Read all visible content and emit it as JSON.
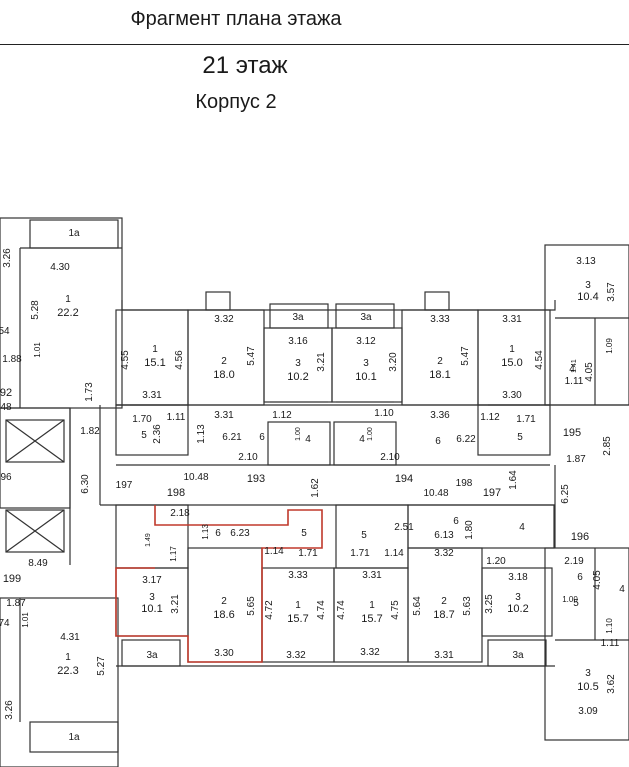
{
  "header": {
    "title": "Фрагмент плана этажа"
  },
  "floor": {
    "title": "21 этаж"
  },
  "building": {
    "title": "Корпус 2"
  },
  "colors": {
    "walls": "#333333",
    "highlight": "#c0392b",
    "section_numbers": "#8b1a3a",
    "text": "#1a1a1a"
  },
  "rooms": [
    {
      "id": "tl-1",
      "kind": "1",
      "area": "22.2",
      "dims": [
        "4.30",
        "5.28"
      ]
    },
    {
      "id": "tl-1a",
      "kind": "1a"
    },
    {
      "id": "u-1",
      "kind": "1",
      "area": "15.1",
      "dims": [
        "4.55",
        "4.56",
        "3.31"
      ]
    },
    {
      "id": "u-2",
      "kind": "2",
      "area": "18.0",
      "dims": [
        "3.32",
        "5.47",
        "3.31"
      ]
    },
    {
      "id": "u-3l",
      "kind": "3",
      "area": "10.2",
      "dims": [
        "3.16",
        "3.21"
      ]
    },
    {
      "id": "u-3al",
      "kind": "3a"
    },
    {
      "id": "u-3ar",
      "kind": "3a"
    },
    {
      "id": "u-3r",
      "kind": "3",
      "area": "10.1",
      "dims": [
        "3.12",
        "3.20"
      ]
    },
    {
      "id": "u-2r",
      "kind": "2",
      "area": "18.1",
      "dims": [
        "3.33",
        "5.47",
        "3.36"
      ]
    },
    {
      "id": "u-1r",
      "kind": "1",
      "area": "15.0",
      "dims": [
        "3.31",
        "4.54",
        "3.30"
      ]
    },
    {
      "id": "tr-3",
      "kind": "3",
      "area": "10.4",
      "dims": [
        "3.13",
        "3.57"
      ]
    },
    {
      "id": "l-3",
      "kind": "3",
      "area": "10.1",
      "dims": [
        "3.17",
        "3.21"
      ]
    },
    {
      "id": "l-2",
      "kind": "2",
      "area": "18.6",
      "dims": [
        "5.65",
        "3.30"
      ]
    },
    {
      "id": "l-1",
      "kind": "1",
      "area": "15.7",
      "dims": [
        "3.33",
        "4.72",
        "4.74",
        "3.32"
      ]
    },
    {
      "id": "l-1r",
      "kind": "1",
      "area": "15.7",
      "dims": [
        "3.31",
        "4.74",
        "4.75",
        "3.32"
      ]
    },
    {
      "id": "l-2r",
      "kind": "2",
      "area": "18.7",
      "dims": [
        "3.32",
        "5.64",
        "5.63",
        "3.31"
      ]
    },
    {
      "id": "l-3r",
      "kind": "3",
      "area": "10.2",
      "dims": [
        "3.18",
        "3.25"
      ]
    },
    {
      "id": "bl-1",
      "kind": "1",
      "area": "22.3",
      "dims": [
        "4.31",
        "5.27",
        "3.26"
      ]
    },
    {
      "id": "br-3",
      "kind": "3",
      "area": "10.5",
      "dims": [
        "3.62",
        "3.09"
      ]
    }
  ],
  "section_numbers": [
    "198",
    "193",
    "194",
    "197",
    "195",
    "196",
    "199"
  ],
  "labels": {
    "corridor_left": "197",
    "corridor_right": "198",
    "c_d1": "10.48",
    "c_d2": "2.10",
    "c_d3": "2.10",
    "c_d4": "10.48",
    "c_d5": "1.62",
    "c_d6": "1.64",
    "c_d7": "6.25",
    "c_d8": "6.30",
    "c_d9": "1.82",
    "c_d10": "1.73",
    "c_d11": "8.49",
    "c_d12": "1.87",
    "c_d13": "2.85",
    "u6l": "6",
    "u621": "6.21",
    "u6r": "6",
    "u622": "6.22",
    "u5l": "5",
    "u236": "2.36",
    "u170": "1.70",
    "u111": "1.11",
    "u5r": "5",
    "u171": "1.71",
    "u112r": "1.12",
    "u4l": "4",
    "u4r": "4",
    "u100l": "1.00",
    "u100r": "1.00",
    "u112": "1.12",
    "u110": "1.10",
    "u113": "1.13",
    "l6l": "6",
    "l623": "6.23",
    "l5l": "5",
    "l171": "1.71",
    "l114": "1.14",
    "l113": "1.13",
    "l117": "1.17",
    "l218": "2.18",
    "l149": "1.49",
    "l5r": "5",
    "l171r": "1.71",
    "l114r": "1.14",
    "l251": "2.51",
    "l6r": "6",
    "l613": "6.13",
    "l180": "1.80",
    "l4r": "4",
    "l120": "1.20",
    "l219": "2.19",
    "l405": "4.05",
    "r6": "6",
    "r4": "4",
    "r5": "5",
    "r4b": "4",
    "r141": "1.41",
    "r111": "1.11",
    "r405b": "4.05",
    "r109": "1.09",
    "r111b": "1.11",
    "r110": "1.10",
    "r100": "1.00",
    "b3al": "3a",
    "b3ar": "3a",
    "b1a": "1a",
    "top1a": "1a",
    "lw188": "1.88",
    "lw101": "1.01",
    "lw48": "48",
    "lw92": "92",
    "lw96": "96",
    "lw54": "54",
    "lw187": "1.87",
    "lw74": "74",
    "lw101b": "1.01"
  }
}
